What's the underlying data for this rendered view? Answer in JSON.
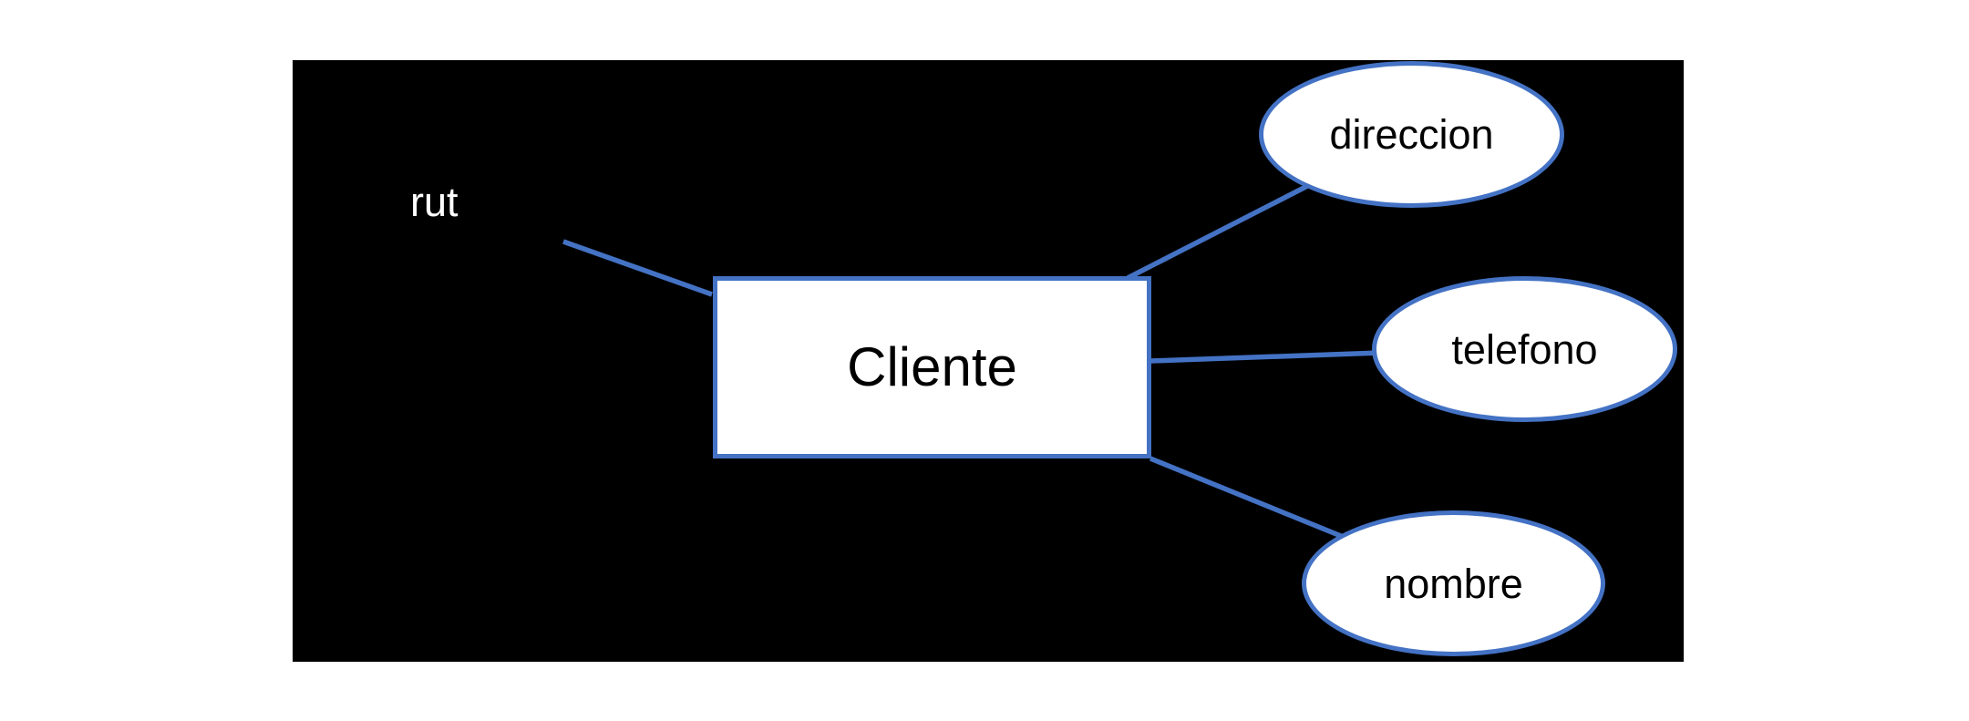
{
  "diagram": {
    "type": "entity-relationship",
    "entity": {
      "label": "Cliente",
      "shape": "rectangle"
    },
    "attributes": [
      {
        "id": "rut",
        "label": "rut",
        "shape": "floating-label"
      },
      {
        "id": "direccion",
        "label": "direccion",
        "shape": "ellipse"
      },
      {
        "id": "telefono",
        "label": "telefono",
        "shape": "ellipse"
      },
      {
        "id": "nombre",
        "label": "nombre",
        "shape": "ellipse"
      }
    ],
    "connections": [
      {
        "from": "Cliente",
        "to": "rut"
      },
      {
        "from": "Cliente",
        "to": "direccion"
      },
      {
        "from": "Cliente",
        "to": "telefono"
      },
      {
        "from": "Cliente",
        "to": "nombre"
      }
    ],
    "colors": {
      "page_background": "#FFFFFF",
      "canvas_background": "#000000",
      "shape_outline": "#4472C4",
      "shape_fill": "#FFFFFF",
      "connector": "#4472C4",
      "entity_text": "#000000",
      "attribute_text": "#000000",
      "floating_label_text": "#FFFFFF"
    }
  }
}
